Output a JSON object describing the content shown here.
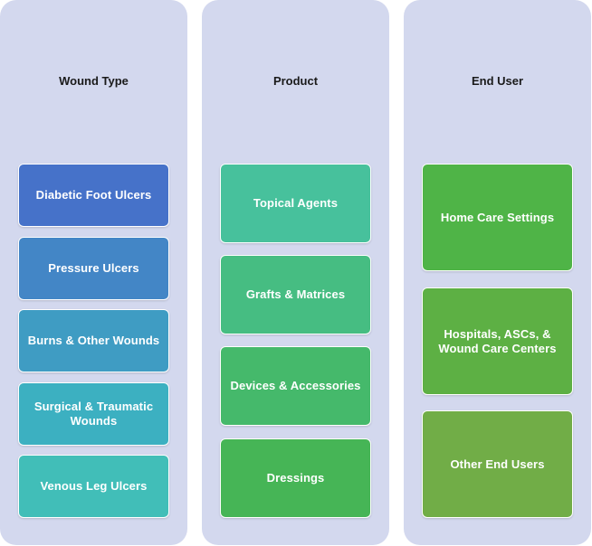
{
  "columns": [
    {
      "title": "Wound Type",
      "items": [
        {
          "label": "Diabetic Foot Ulcers",
          "color": "#4672c9"
        },
        {
          "label": "Pressure Ulcers",
          "color": "#4386c6"
        },
        {
          "label": "Burns & Other Wounds",
          "color": "#3f9cc3"
        },
        {
          "label": "Surgical & Traumatic\nWounds",
          "color": "#3cb0c1"
        },
        {
          "label": "Venous Leg Ulcers",
          "color": "#41beb8"
        }
      ]
    },
    {
      "title": "Product",
      "items": [
        {
          "label": "Topical Agents",
          "color": "#47c19c"
        },
        {
          "label": "Grafts & Matrices",
          "color": "#46bd82"
        },
        {
          "label": "Devices & Accessories",
          "color": "#45b96b"
        },
        {
          "label": "Dressings",
          "color": "#46b556"
        }
      ]
    },
    {
      "title": "End User",
      "items": [
        {
          "label": "Home Care Settings",
          "color": "#4fb447"
        },
        {
          "label": "Hospitals, ASCs, &\nWound Care Centers",
          "color": "#5db044"
        },
        {
          "label": "Other End Users",
          "color": "#71ad47"
        }
      ]
    }
  ]
}
